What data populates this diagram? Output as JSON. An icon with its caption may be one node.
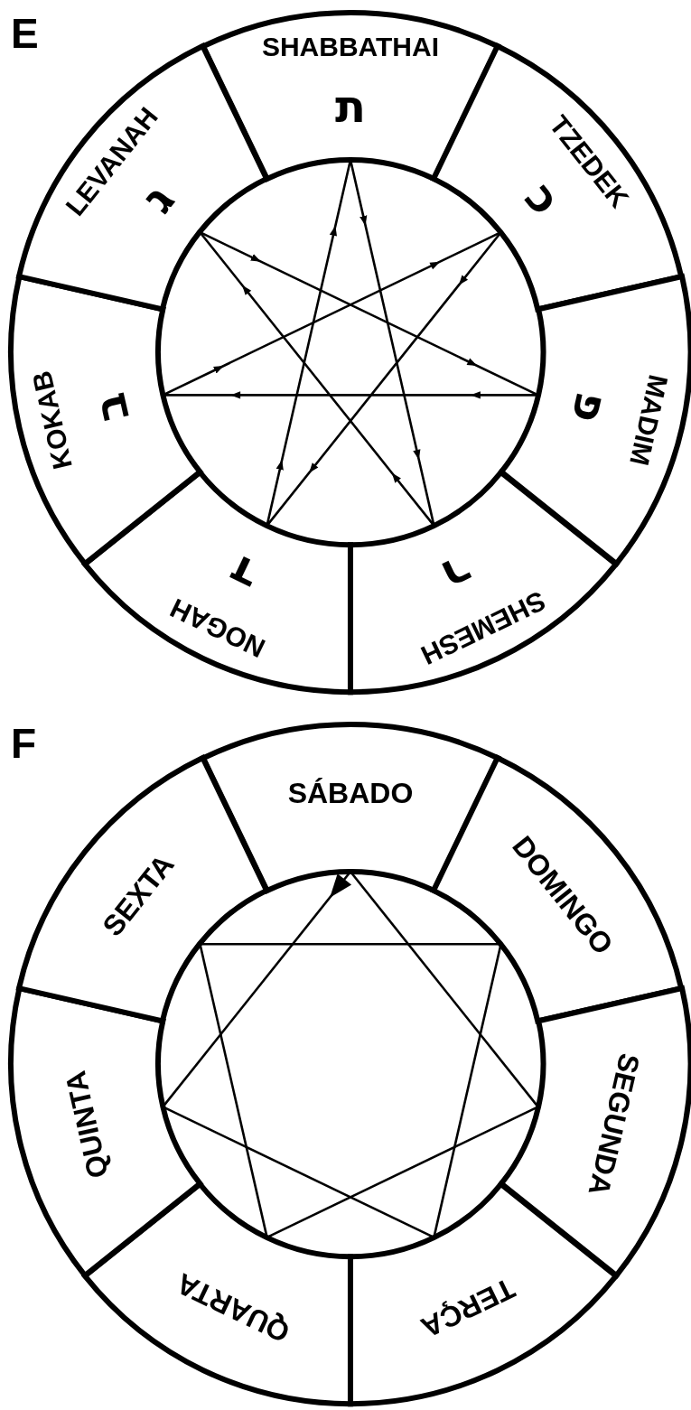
{
  "diagram": {
    "nodes": [
      {
        "text": [
          "SHABBATHAI",
          "ת"
        ]
      },
      {
        "text": [
          "TZEDEK",
          "כ"
        ]
      },
      {
        "text": [
          "MADIM",
          "פ"
        ]
      },
      {
        "text": [
          "SHEMESH",
          "ר"
        ]
      },
      {
        "text": [
          "NOGAH",
          "ד"
        ]
      },
      {
        "text": [
          "KOKAB",
          "ב"
        ]
      },
      {
        "text": [
          "LEVANAH",
          "ג"
        ]
      },
      {
        "text": [
          "SÁBADO"
        ]
      },
      {
        "text": [
          "DOMINGO"
        ]
      },
      {
        "text": [
          "SEGUNDA"
        ]
      },
      {
        "text": [
          "TERÇA"
        ]
      },
      {
        "text": [
          "QUARTA"
        ]
      },
      {
        "text": [
          "QUINTA"
        ]
      },
      {
        "text": [
          "SEXTA"
        ]
      }
    ],
    "edges": [
      {
        "from": 0,
        "to": 3,
        "arrow": "to"
      },
      {
        "from": 3,
        "to": 6,
        "arrow": "to"
      },
      {
        "from": 6,
        "to": 2,
        "arrow": "to"
      },
      {
        "from": 2,
        "to": 5,
        "arrow": "to"
      },
      {
        "from": 5,
        "to": 1,
        "arrow": "to"
      },
      {
        "from": 1,
        "to": 4,
        "arrow": "to"
      },
      {
        "from": 4,
        "to": 0,
        "arrow": "to"
      },
      {
        "from": 7,
        "to": 12,
        "arrow": "to"
      },
      {
        "from": 12,
        "to": 10,
        "arrow": "none"
      },
      {
        "from": 10,
        "to": 8,
        "arrow": "none"
      },
      {
        "from": 8,
        "to": 13,
        "arrow": "none"
      },
      {
        "from": 13,
        "to": 11,
        "arrow": "none"
      },
      {
        "from": 11,
        "to": 9,
        "arrow": "none"
      },
      {
        "from": 9,
        "to": 7,
        "arrow": "none"
      }
    ],
    "labels": [
      "E",
      "F"
    ]
  }
}
